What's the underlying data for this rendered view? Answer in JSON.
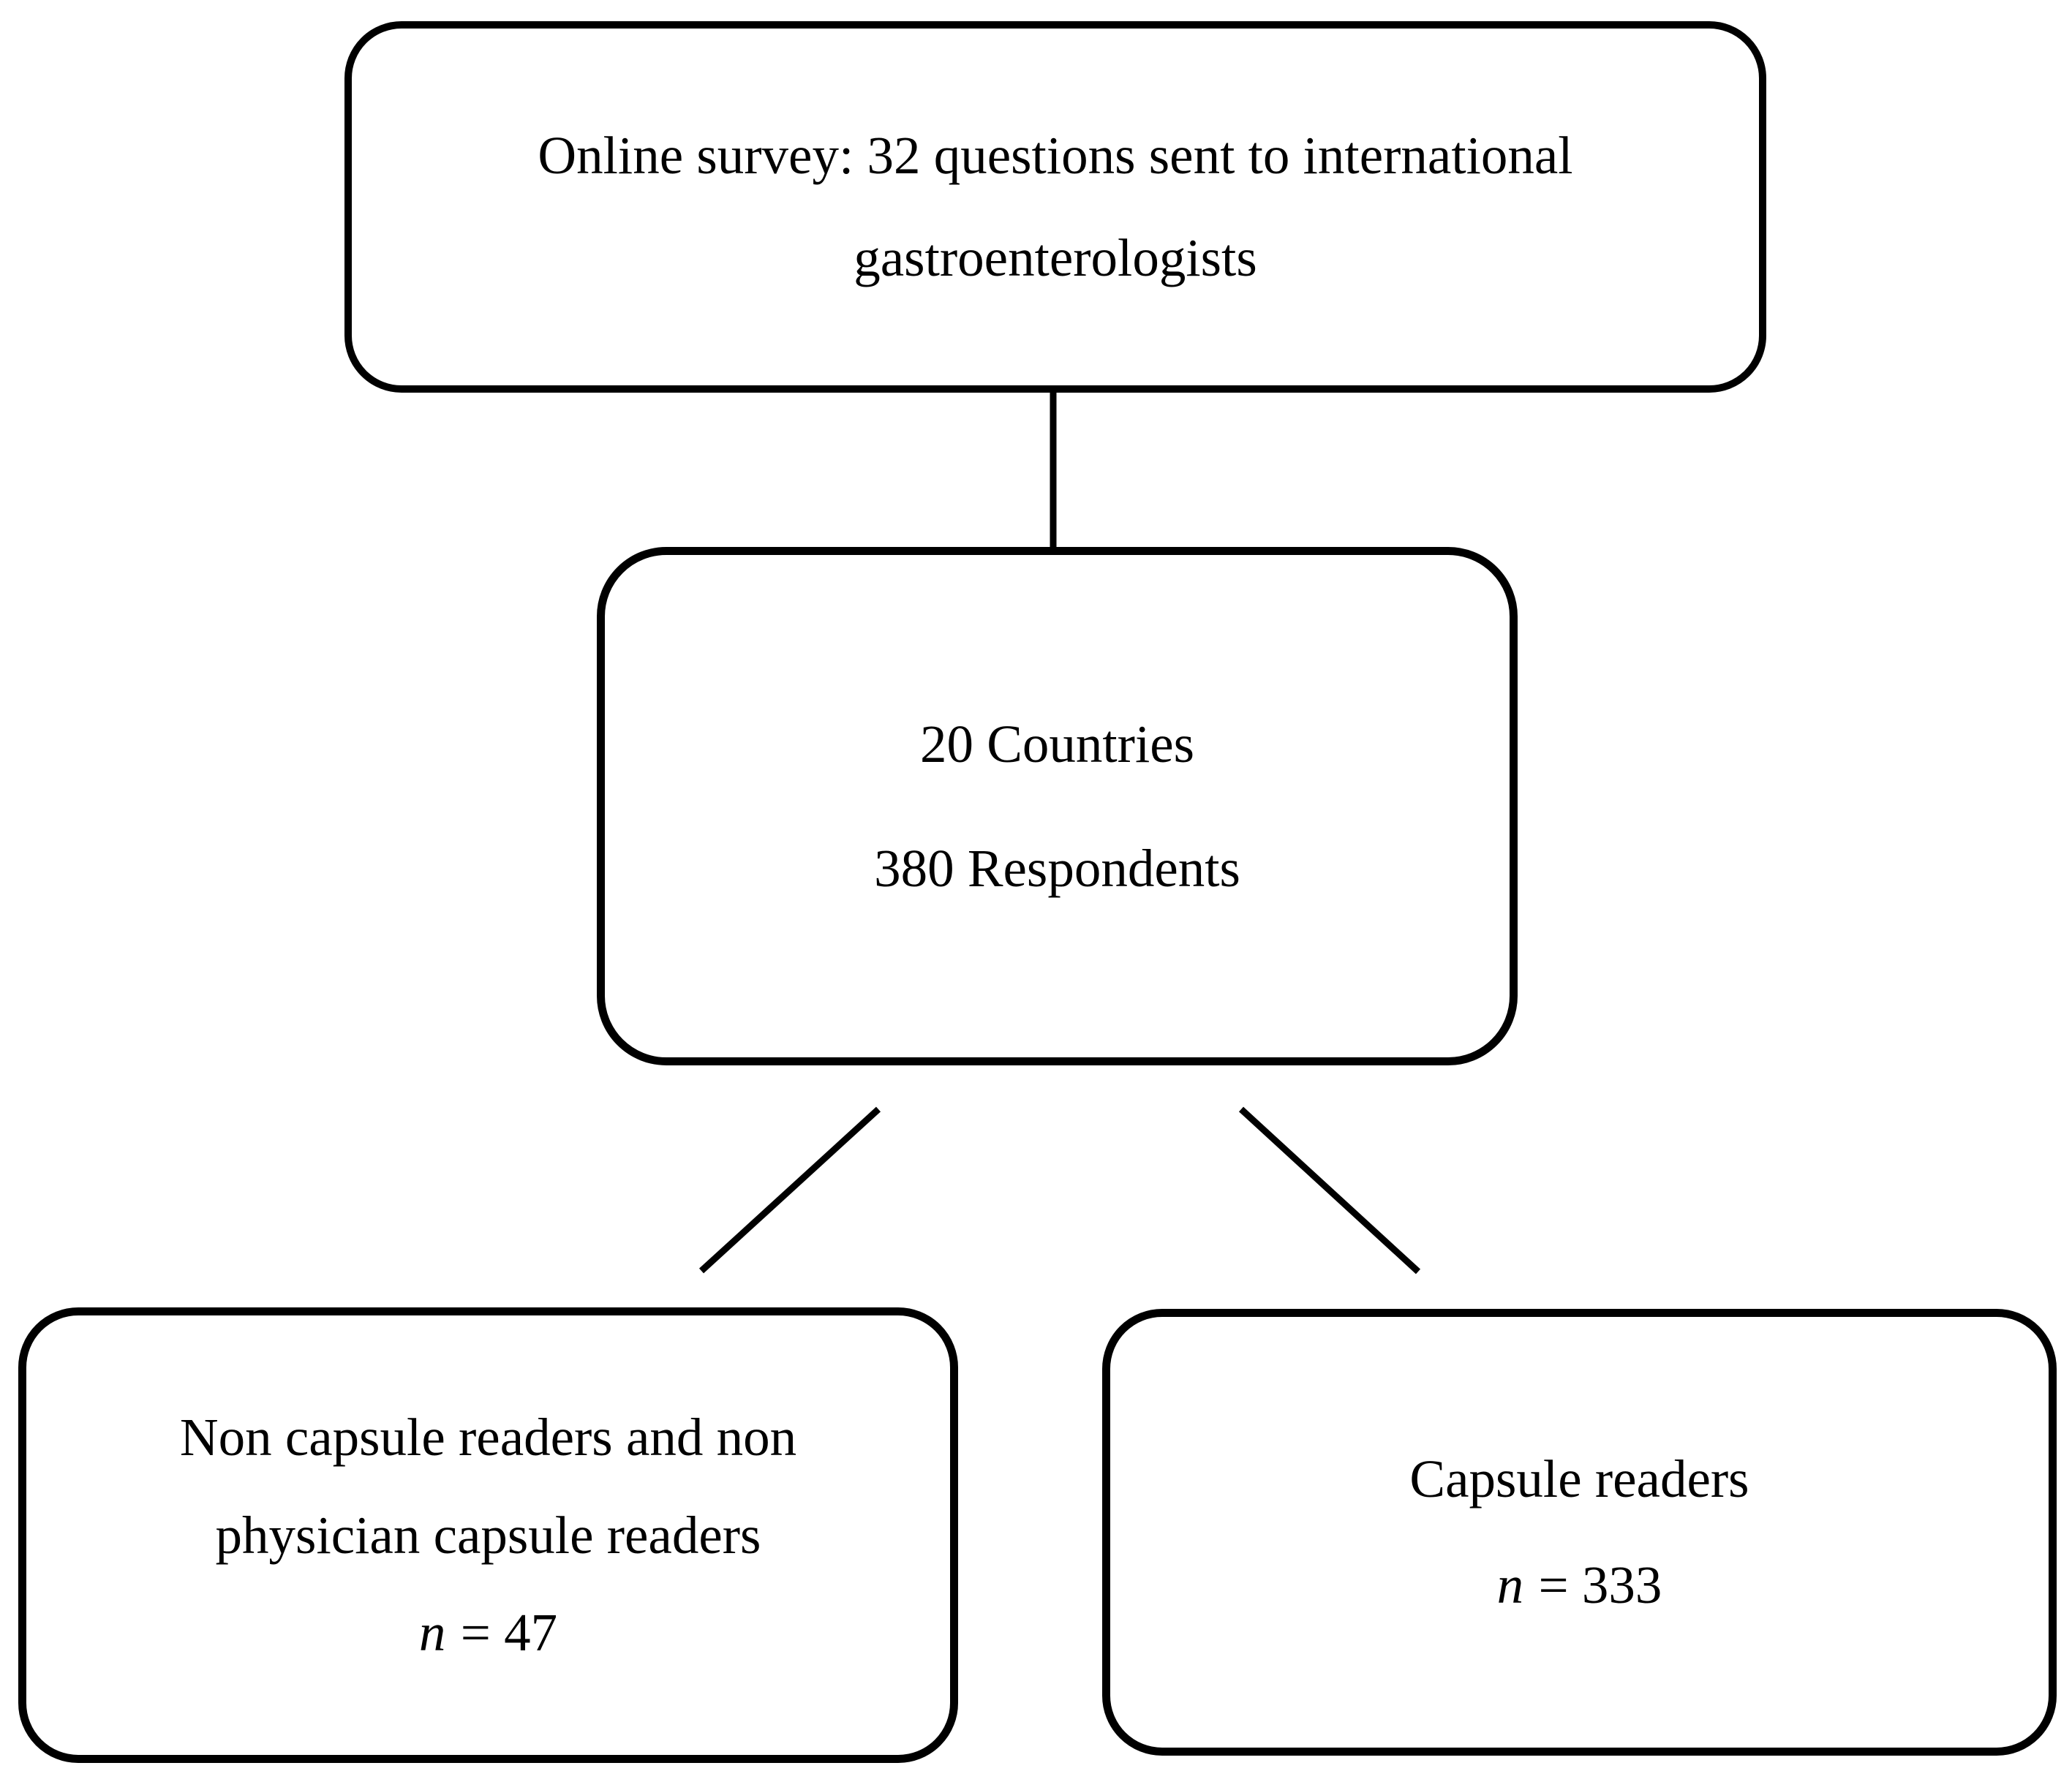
{
  "colors": {
    "background": "#ffffff",
    "border": "#000000",
    "text": "#000000"
  },
  "boxes": {
    "top": {
      "line1": "Online survey: 32 questions sent to international",
      "line2": "gastroenterologists"
    },
    "middle": {
      "line1": "20 Countries",
      "line2": "380 Respondents"
    },
    "bottom_left": {
      "line1": "Non capsule readers and non",
      "line2": "physician capsule readers",
      "n_label": "n",
      "n_value": "= 47"
    },
    "bottom_right": {
      "line1": "Capsule readers",
      "n_label": "n",
      "n_value": "= 333"
    }
  }
}
